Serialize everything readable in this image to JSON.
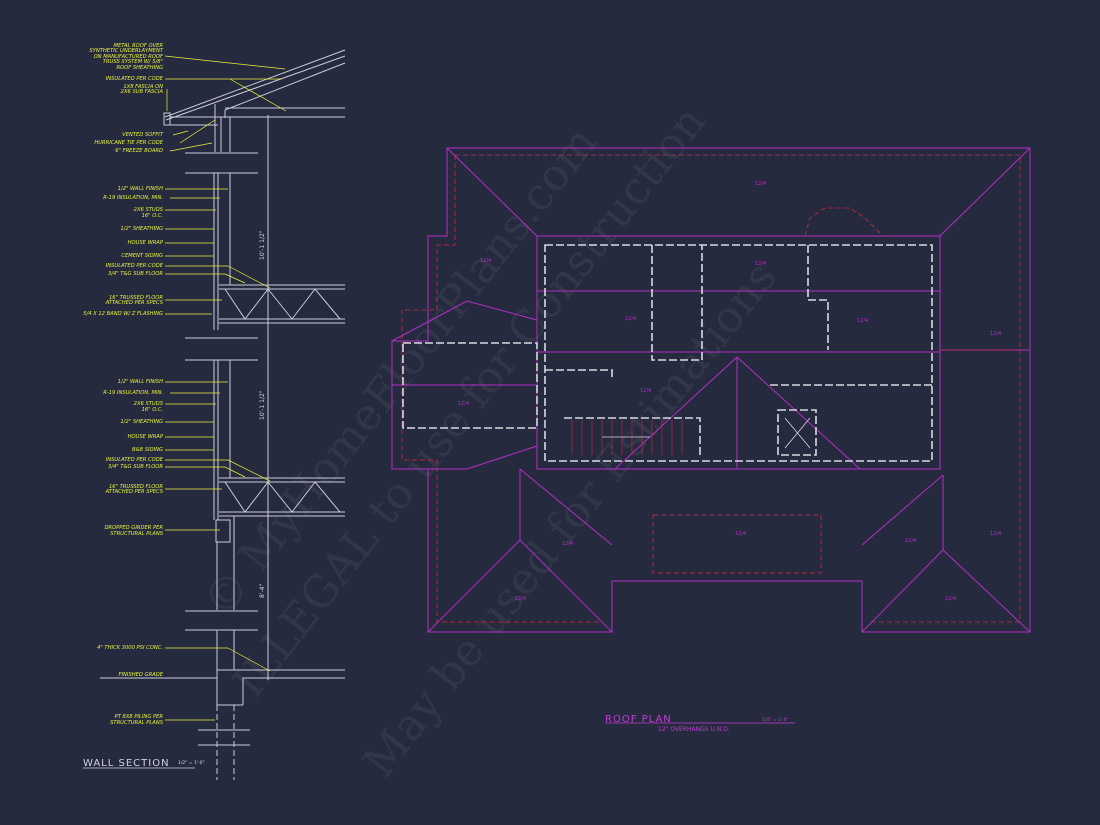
{
  "colors": {
    "background": "#262a3e",
    "annotation": "#e6f23a",
    "roof_lines": "#b22fc4",
    "overhang_dashed": "#d0283c",
    "walls": "#c9ccd8"
  },
  "wall_section": {
    "title": "WALL SECTION",
    "scale": "1/2\" = 1'-0\"",
    "labels_upper": [
      "METAL ROOF OVER",
      "SYNTHETIC UNDERLAYMENT",
      "ON MANUFACTURED ROOF",
      "TRUSS SYSTEM W/ 5/8\"",
      "ROOF SHEATHING",
      "INSULATED PER CODE",
      "1X8 FASCIA ON",
      "2X6 SUB FASCIA",
      "VENTED SOFFIT",
      "HURRICANE TIE PER CODE",
      "6\" FREEZE BOARD",
      "1/2\" WALL FINISH",
      "R-19 INSULATION, MIN.",
      "2X6 STUDS",
      "16\" O.C.",
      "1/2\" SHEATHING",
      "HOUSE WRAP",
      "CEMENT SIDING",
      "INSULATED PER CODE",
      "3/4\" T&G SUB FLOOR",
      "16\" TRUSSED FLOOR",
      "ATTACHED PER SPECS",
      "5/4 X 12 BAND W/ Z FLASHING"
    ],
    "labels_lower": [
      "1/2\" WALL FINISH",
      "R-19 INSULATION, MIN.",
      "2X6 STUDS",
      "16\" O.C.",
      "1/2\" SHEATHING",
      "HOUSE WRAP",
      "B&B SIDING",
      "INSULATED PER CODE",
      "3/4\" T&G SUB FLOOR",
      "16\" TRUSSED FLOOR",
      "ATTACHED PER SPECS",
      "DROPPED GIRDER PER",
      "STRUCTURAL PLANS",
      "4\" THICK 3000 PSI CONC.",
      "FINISHED GRADE",
      "PT 8X8 PILING PER",
      "STRUCTURAL PLANS"
    ],
    "dimensions": [
      "10'-1 1/2\"",
      "10'-1 1/2\"",
      "8'-4\""
    ]
  },
  "roof_plan": {
    "title": "ROOF PLAN",
    "scale": "1/4\" = 1'-0\"",
    "note": "12\" OVERHANGS U.N.O.",
    "pitch": "12/4"
  },
  "watermarks": [
    "© MyHomeFloorPlans.com",
    "ILLEGAL to use for Construction",
    "May be used for Estimations"
  ]
}
